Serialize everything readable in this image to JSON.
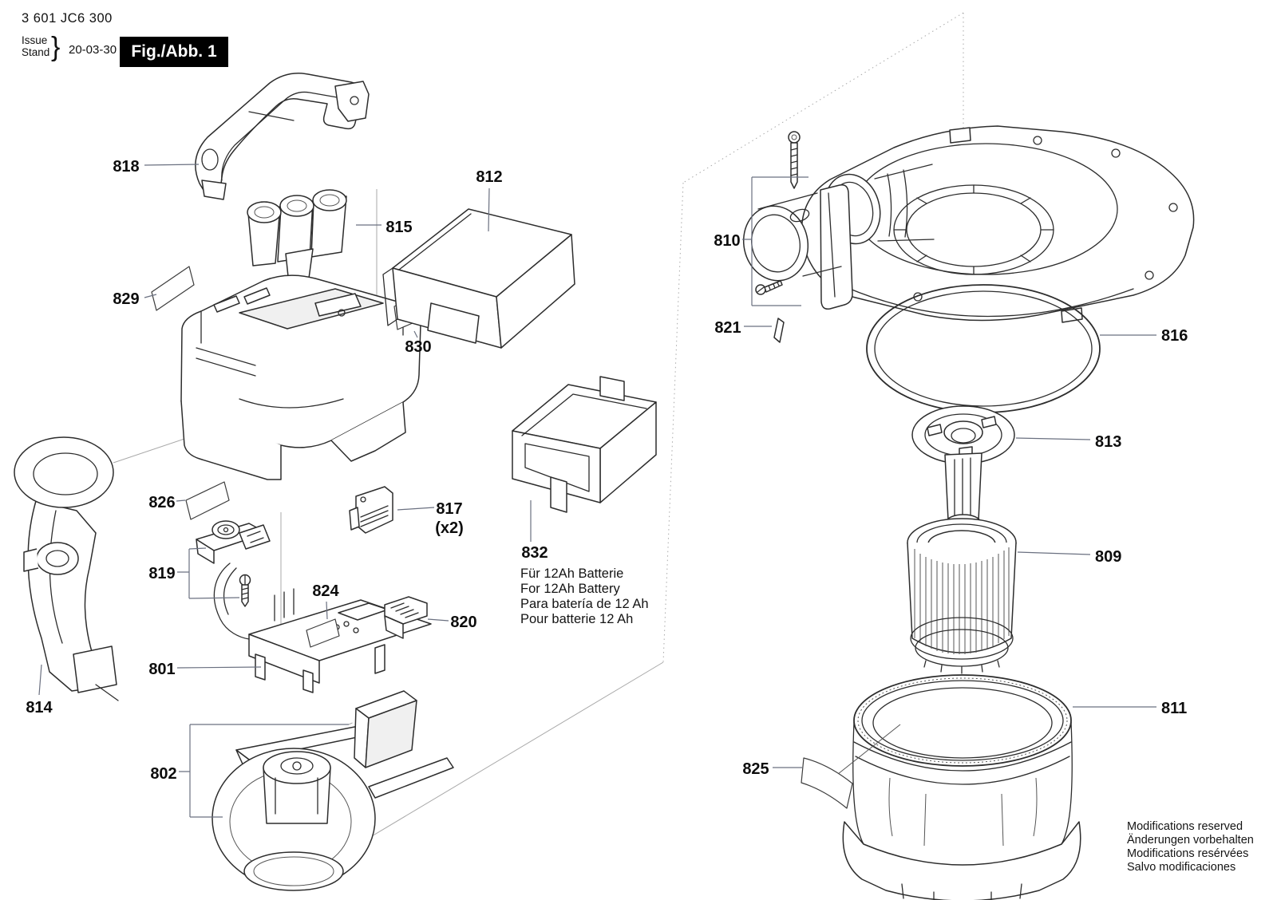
{
  "header": {
    "part_number": "3 601 JC6 300",
    "issue_word_en": "Issue",
    "issue_word_de": "Stand",
    "brace": "}",
    "issue_date": "20-03-30",
    "figure_label": "Fig./Abb. 1"
  },
  "part_labels": {
    "p801": "801",
    "p802": "802",
    "p809": "809",
    "p810": "810",
    "p811": "811",
    "p812": "812",
    "p813": "813",
    "p814": "814",
    "p815": "815",
    "p816": "816",
    "p817": "817",
    "p817_qty": "(x2)",
    "p818": "818",
    "p819": "819",
    "p820": "820",
    "p821": "821",
    "p824": "824",
    "p825": "825",
    "p826": "826",
    "p829": "829",
    "p830": "830",
    "p832": "832"
  },
  "battery_note": {
    "de": "Für 12Ah Batterie",
    "en": "For 12Ah Battery",
    "es": "Para batería de 12 Ah",
    "fr": "Pour batterie 12 Ah"
  },
  "footer_note": {
    "en": "Modifications reserved",
    "de": "Änderungen vorbehalten",
    "fr": "Modifications resérvées",
    "es": "Salvo modificaciones"
  },
  "colors": {
    "ink": "#2d2d2d",
    "leader_line": "#6a7080",
    "construction_line": "#a9a9a9",
    "paper": "#ffffff",
    "fig_box_bg": "#000000",
    "fig_box_text": "#ffffff"
  }
}
